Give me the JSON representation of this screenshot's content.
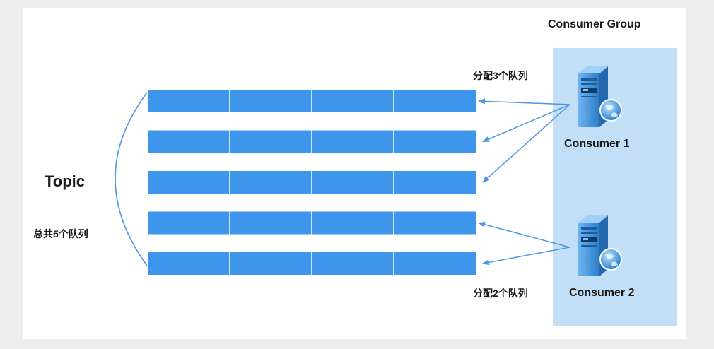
{
  "diagram": {
    "topic": {
      "title": "Topic",
      "queue_total_label": "总共5个队列",
      "queue_count": 5,
      "segments_per_queue": 4
    },
    "consumer_group": {
      "title": "Consumer Group",
      "consumers": [
        {
          "name": "Consumer 1",
          "assignment_label": "分配3个队列",
          "queues": [
            1,
            2,
            3
          ]
        },
        {
          "name": "Consumer 2",
          "assignment_label": "分配2个队列",
          "queues": [
            4,
            5
          ]
        }
      ]
    },
    "colors": {
      "queue_fill": "#3d95ec",
      "queue_divider": "#ffffff",
      "group_background": "#c3dff8",
      "arrow": "#4a97e8",
      "bracket": "#4a97e8",
      "server_body": "#3a8fd8",
      "globe": "#1f7fd0"
    },
    "icons": {
      "consumer": "server-globe-icon"
    }
  }
}
